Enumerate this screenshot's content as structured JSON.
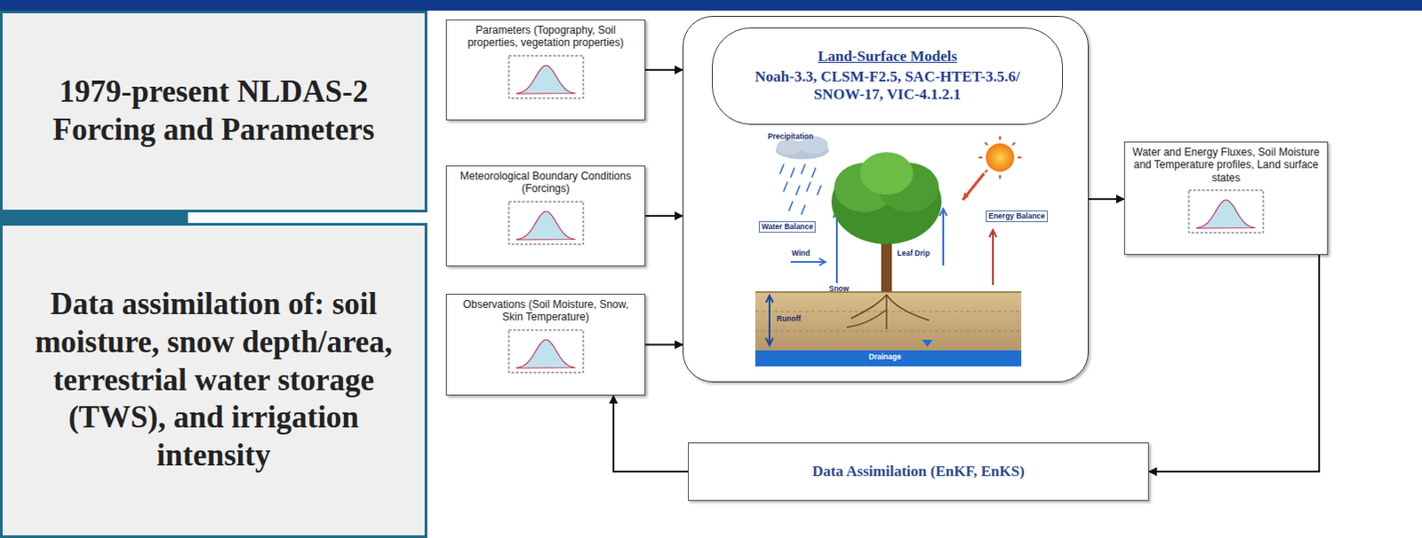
{
  "diagram": {
    "nodes": [
      {
        "text": [
          "1979-present NLDAS-2 Forcing and Parameters"
        ]
      },
      {
        "text": [
          "Data assimilation of: soil moisture, snow depth/area, terrestrial water storage (TWS), and irrigation intensity"
        ]
      },
      {
        "text": [
          "Parameters (Topography, Soil properties, vegetation properties)"
        ]
      },
      {
        "text": [
          "Meteorological Boundary Conditions (Forcings)"
        ]
      },
      {
        "text": [
          "Observations (Soil Moisture, Snow, Skin Temperature)"
        ]
      },
      {
        "text": []
      },
      {
        "text": [
          "Land-Surface Models",
          "Noah-3.3, CLSM-F2.5, SAC-HTET-3.5.6/ SNOW-17, VIC-4.1.2.1"
        ],
        "in": 5
      },
      {
        "text": [
          "Water and Energy Fluxes, Soil Moisture and Temperature profiles, Land surface states"
        ]
      },
      {
        "text": [
          "Data Assimilation (EnKF, EnKS)"
        ]
      }
    ],
    "edges": [
      {
        "from": 2,
        "to": 5,
        "arrow": "to"
      },
      {
        "from": 3,
        "to": 5,
        "arrow": "to"
      },
      {
        "from": 4,
        "to": 5,
        "arrow": "to"
      },
      {
        "from": 5,
        "to": 7,
        "arrow": "to"
      },
      {
        "from": 7,
        "to": 8,
        "arrow": "to"
      },
      {
        "from": 8,
        "to": 4,
        "arrow": "to"
      }
    ],
    "labels": [
      "Precipitation",
      "Water Balance",
      "Energy Balance",
      "Wind",
      "Leaf Drip",
      "Snow",
      "Runoff",
      "Drainage"
    ]
  }
}
